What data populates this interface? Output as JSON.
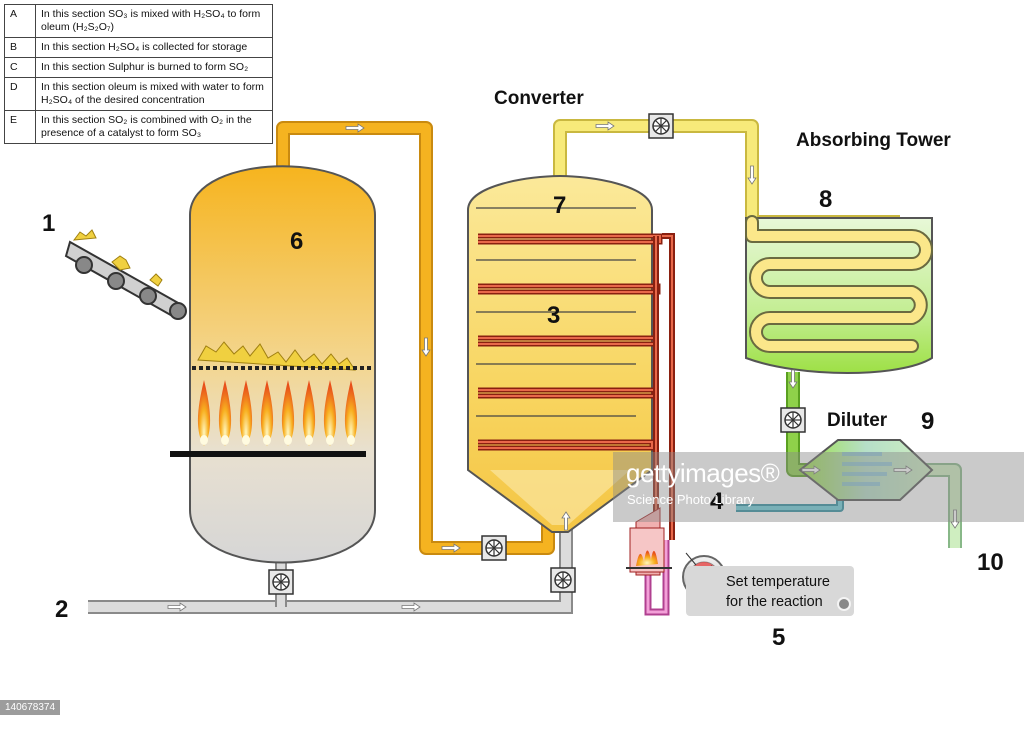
{
  "legend": [
    {
      "key": "A",
      "text": "In this section SO₃ is mixed with H₂SO₄ to form oleum (H₂S₂O₇)"
    },
    {
      "key": "B",
      "text": "In this section H₂SO₄ is collected for storage"
    },
    {
      "key": "C",
      "text": "In this section Sulphur is burned to form SO₂"
    },
    {
      "key": "D",
      "text": "In this section oleum is mixed with water to form H₂SO₄ of the desired concentration"
    },
    {
      "key": "E",
      "text": "In this section SO₂ is combined with O₂ in the presence of a catalyst to form SO₃"
    }
  ],
  "labels": {
    "converter": "Converter",
    "absorbing_tower": "Absorbing Tower",
    "diluter": "Diluter",
    "set_temperature_line1": "Set temperature",
    "set_temperature_line2": "for the reaction"
  },
  "numbers": {
    "n1": "1",
    "n2": "2",
    "n3": "3",
    "n4": "4",
    "n5": "5",
    "n6": "6",
    "n7": "7",
    "n8": "8",
    "n9": "9",
    "n10": "10"
  },
  "watermark": {
    "brand": "gettyimages®",
    "credit": "Science Photo Library",
    "image_id": "140678374"
  },
  "colors": {
    "pipe_orange": "#f5b320",
    "pipe_yellow": "#f7ea7a",
    "pipe_grey": "#d4d4d4",
    "pipe_green": "#8fd14a",
    "pipe_blue": "#4fb8c8",
    "heater_red": "#d9482a",
    "tower_green": "#c8f0a0"
  }
}
